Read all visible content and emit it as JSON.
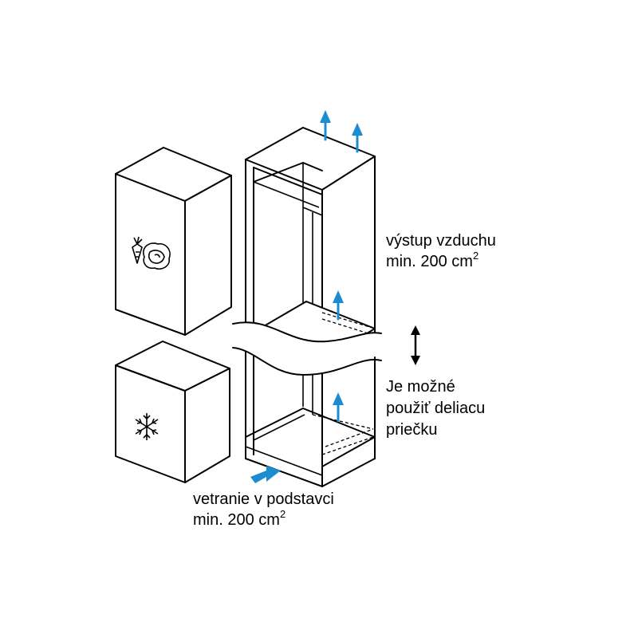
{
  "labels": {
    "air_outlet_line1": "výstup vzduchu",
    "air_outlet_line2": "min. 200 cm",
    "air_outlet_sup": "2",
    "divider_line1": "Je možné",
    "divider_line2": "použiť deliacu",
    "divider_line3": "priečku",
    "plinth_line1": "vetranie v podstavci",
    "plinth_line2": "min. 200 cm",
    "plinth_sup": "2"
  },
  "icons": {
    "fridge_door": [
      "carrot-icon",
      "cabbage-icon"
    ],
    "freezer_door": "snowflake-icon"
  },
  "colors": {
    "arrow": "#1c8bd0",
    "lines": "#000000",
    "background": "#ffffff"
  }
}
